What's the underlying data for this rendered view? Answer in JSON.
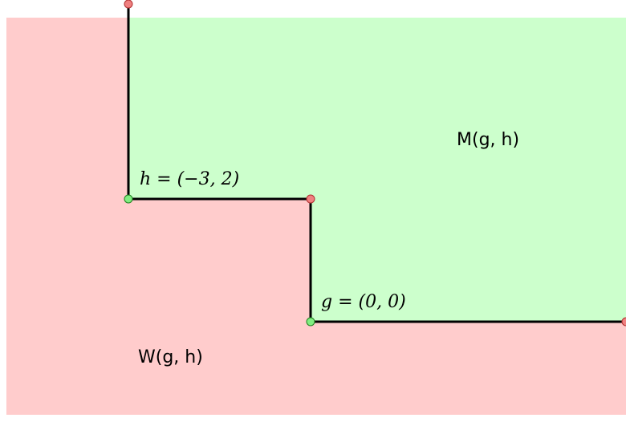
{
  "colors": {
    "region_W": "#ffcccc",
    "region_M": "#ccffcc",
    "path": "#000000",
    "point_red": "#f08080",
    "point_green": "#80ee80"
  },
  "labels": {
    "h_point": "h = (−3, 2)",
    "g_point": "g = (0, 0)",
    "region_M": "M(g, h)",
    "region_W": "W(g, h)"
  },
  "points": {
    "h": {
      "name": "h",
      "coords": [
        -3,
        2
      ]
    },
    "g": {
      "name": "g",
      "coords": [
        0,
        0
      ]
    }
  }
}
